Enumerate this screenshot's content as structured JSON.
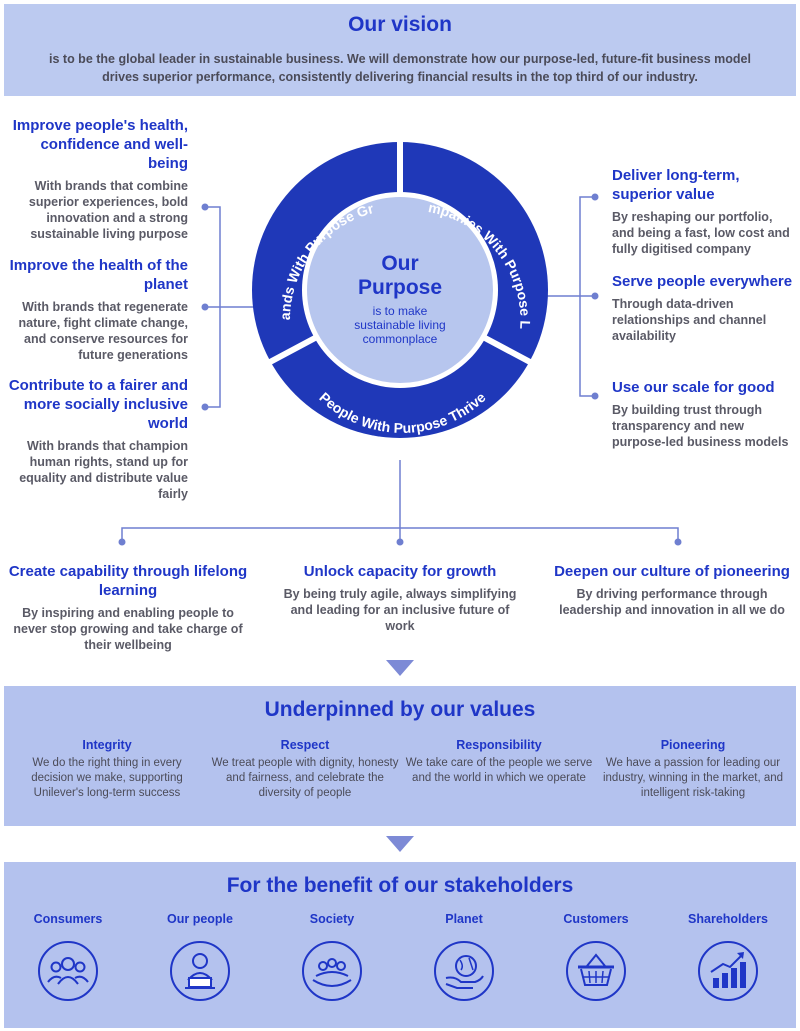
{
  "vision": {
    "title": "Our vision",
    "text": "is to be the global leader in sustainable business. We will demonstrate how our purpose-led, future-fit business model drives superior performance, consistently delivering financial results in the top third of our industry."
  },
  "purpose": {
    "title_line1": "Our",
    "title_line2": "Purpose",
    "text_line1": "is to make",
    "text_line2": "sustainable living",
    "text_line3": "commonplace",
    "ring_segments": [
      "Brands With Purpose Grow",
      "Companies With Purpose Last",
      "People With Purpose Thrive"
    ]
  },
  "left_goals": [
    {
      "title": "Improve people's health, confidence and well-being",
      "desc": "With brands that combine superior experiences, bold innovation and a strong sustainable living purpose"
    },
    {
      "title": "Improve the health of the planet",
      "desc": "With brands that regenerate nature, fight climate change, and conserve resources for future generations"
    },
    {
      "title": "Contribute to a fairer and more socially inclusive world",
      "desc": "With brands that champion human rights, stand up for equality and distribute value fairly"
    }
  ],
  "right_goals": [
    {
      "title": "Deliver long-term, superior value",
      "desc": "By reshaping our portfolio, and being a fast, low cost and fully digitised company"
    },
    {
      "title": "Serve people everywhere",
      "desc": "Through data-driven relationships and channel availability"
    },
    {
      "title": "Use our scale for good",
      "desc": "By building trust through transparency and new purpose-led business models"
    }
  ],
  "bottom_goals": [
    {
      "title": "Create capability through lifelong learning",
      "desc": "By inspiring and enabling people to never stop growing and take charge of their wellbeing"
    },
    {
      "title": "Unlock capacity for growth",
      "desc": "By being truly agile, always simplifying and leading for an inclusive future of work"
    },
    {
      "title": "Deepen our culture of pioneering",
      "desc": "By driving performance through leadership and innovation in all we do"
    }
  ],
  "values": {
    "title": "Underpinned by our values",
    "items": [
      {
        "name": "Integrity",
        "desc": "We do the right thing in every decision we make, supporting Unilever's long-term success"
      },
      {
        "name": "Respect",
        "desc": "We treat people with dignity, honesty and fairness, and celebrate the diversity of people"
      },
      {
        "name": "Responsibility",
        "desc": "We take care of the people we serve and the world in which we operate"
      },
      {
        "name": "Pioneering",
        "desc": "We have a passion for leading our industry, winning in the market, and intelligent risk-taking"
      }
    ]
  },
  "stakeholders": {
    "title": "For the benefit of our stakeholders",
    "items": [
      {
        "name": "Consumers",
        "icon": "consumers-icon"
      },
      {
        "name": "Our people",
        "icon": "person-laptop-icon"
      },
      {
        "name": "Society",
        "icon": "society-icon"
      },
      {
        "name": "Planet",
        "icon": "globe-hand-icon"
      },
      {
        "name": "Customers",
        "icon": "basket-icon"
      },
      {
        "name": "Shareholders",
        "icon": "growth-chart-icon"
      }
    ]
  },
  "colors": {
    "navy": "#1f36c7",
    "ring": "#1f38b8",
    "center": "#b7c6ee",
    "band": "#b4c2ee",
    "connector": "#6f7fd0"
  }
}
